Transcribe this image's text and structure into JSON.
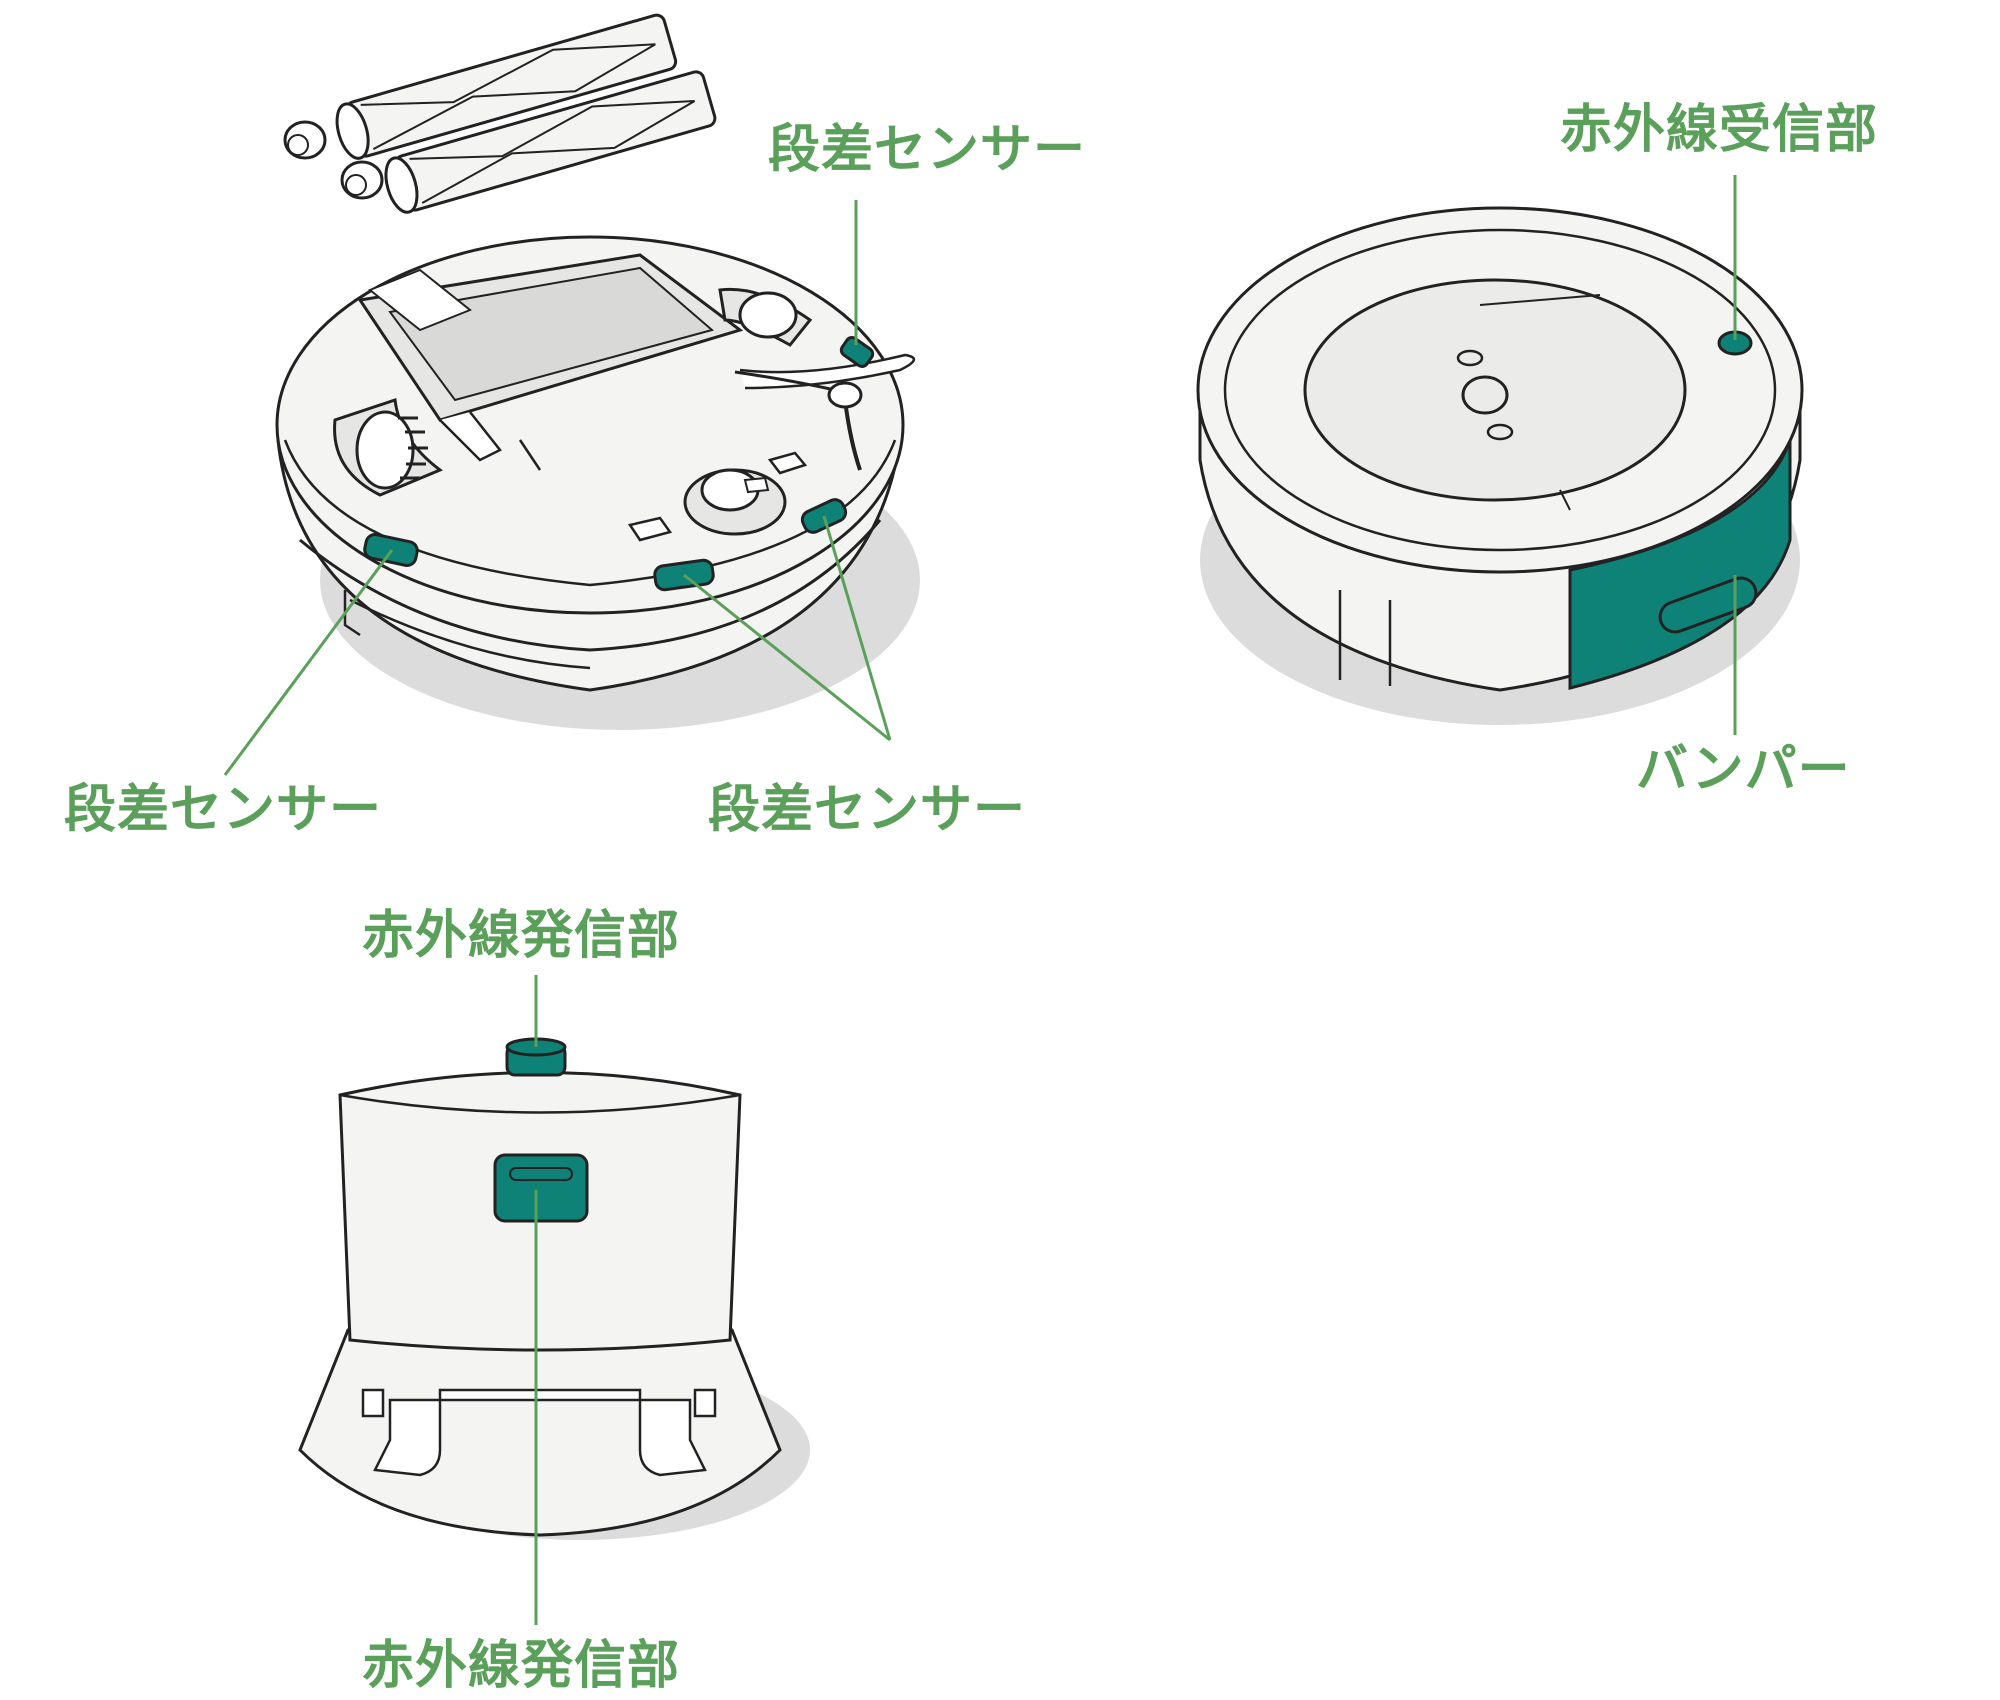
{
  "colors": {
    "accent": "#0f8277",
    "label": "#5aa05a",
    "leader": "#5aa05a",
    "outline": "#222222",
    "body": "#f4f4f2",
    "panel": "#ebebe9",
    "shadow": "#dcdcdc"
  },
  "labels": {
    "cliff_sensor_top": "段差センサー",
    "cliff_sensor_left": "段差センサー",
    "cliff_sensor_right": "段差センサー",
    "ir_receiver": "赤外線受信部",
    "bumper": "バンパー",
    "ir_emitter_top": "赤外線発信部",
    "ir_emitter_bottom": "赤外線発信部"
  }
}
